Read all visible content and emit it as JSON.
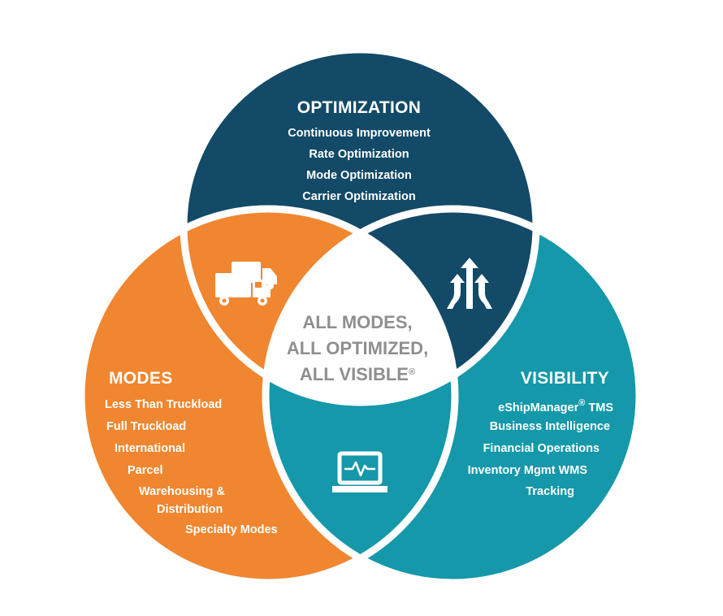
{
  "colors": {
    "optimization": "#124a67",
    "modes": "#f0862f",
    "visibility": "#1498aa",
    "center": "#ffffff",
    "center_text": "#8f8f8f",
    "ring": "#ffffff"
  },
  "optimization": {
    "title": "OPTIMIZATION",
    "items": [
      "Continuous Improvement",
      "Rate Optimization",
      "Mode Optimization",
      "Carrier Optimization"
    ]
  },
  "modes": {
    "title": "MODES",
    "items": [
      "Less Than Truckload",
      "Full Truckload",
      "International",
      "Parcel",
      "Warehousing &",
      "Distribution",
      "Specialty Modes"
    ]
  },
  "visibility": {
    "title": "VISIBILITY",
    "items": [
      "eShipManager",
      "TMS",
      "Business Intelligence",
      "Financial Operations",
      "Inventory Mgmt WMS",
      "Tracking"
    ],
    "registered_mark": "®"
  },
  "center": {
    "line1": "ALL MODES,",
    "line2": "ALL OPTIMIZED,",
    "line3": "ALL VISIBLE",
    "registered_mark": "®"
  },
  "icons": {
    "modes_overlap": "trucks-icon",
    "optimization_visibility_overlap": "arrows-up-icon",
    "bottom_overlap": "laptop-pulse-icon"
  }
}
